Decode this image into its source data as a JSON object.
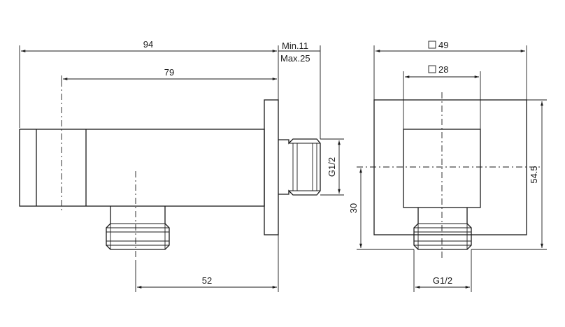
{
  "dimensions": {
    "overall_length": "94",
    "body_length": "79",
    "wall_min": "Min.11",
    "wall_max": "Max.25",
    "outlet_offset": "52",
    "side_thread": "G1/2",
    "square_outer": "49",
    "square_inner": "28",
    "height": "54.5",
    "outlet_height": "30",
    "bottom_thread": "G1/2"
  }
}
